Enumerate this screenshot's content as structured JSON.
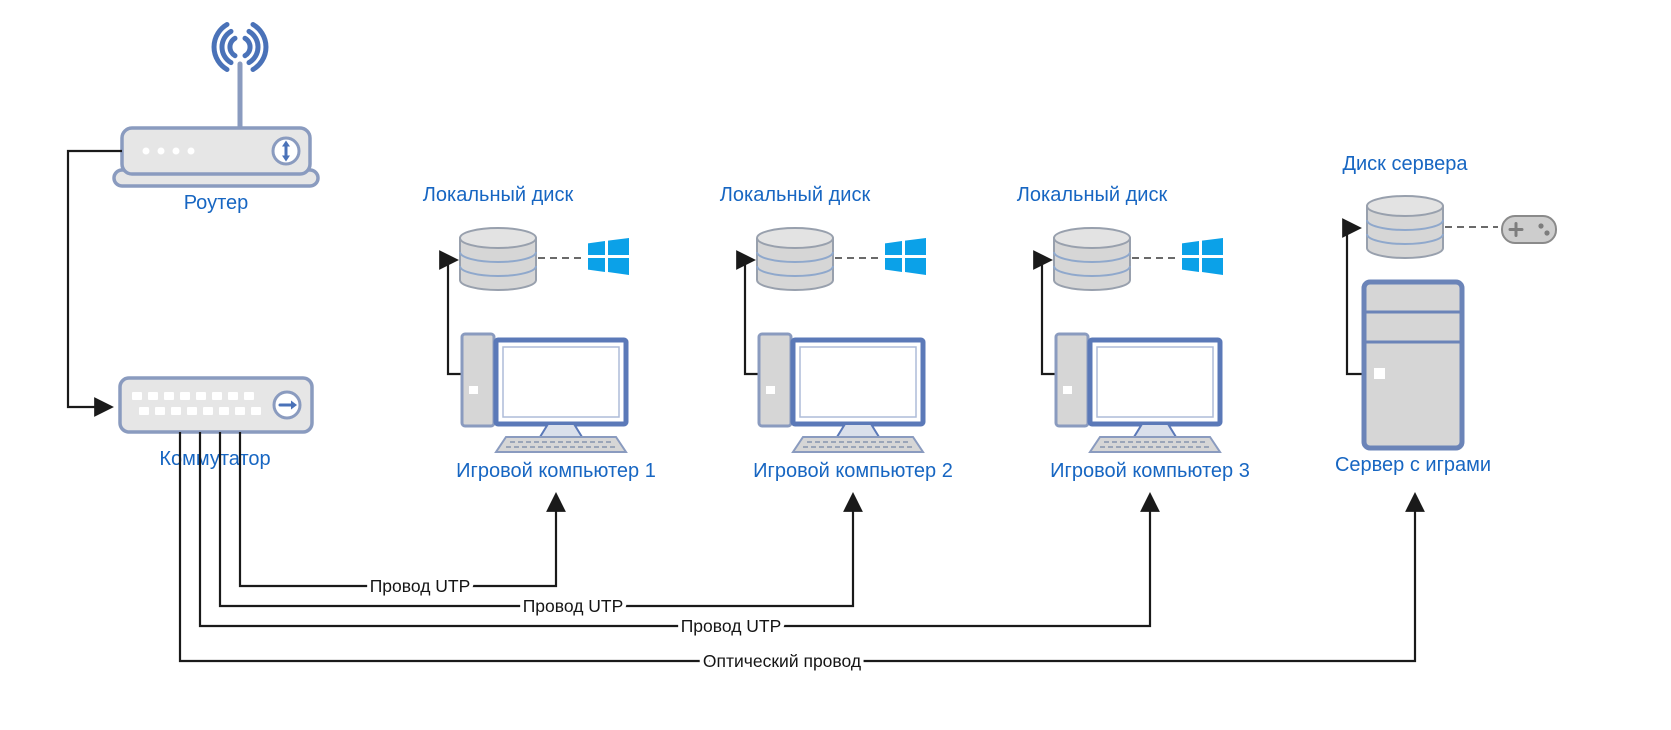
{
  "diagram": {
    "router": {
      "label": "Роутер"
    },
    "switch": {
      "label": "Коммутатор"
    },
    "computers": [
      {
        "disk_label": "Локальный диск",
        "label": "Игровой компьютер 1"
      },
      {
        "disk_label": "Локальный диск",
        "label": "Игровой компьютер 2"
      },
      {
        "disk_label": "Локальный диск",
        "label": "Игровой компьютер 3"
      }
    ],
    "server": {
      "disk_label": "Диск сервера",
      "label": "Сервер с играми"
    },
    "cables": [
      {
        "label": "Провод UTP"
      },
      {
        "label": "Провод UTP"
      },
      {
        "label": "Провод UTP"
      },
      {
        "label": "Оптический провод"
      }
    ],
    "icons": [
      "wifi-icon",
      "router-icon",
      "switch-icon",
      "disk-icon",
      "windows-logo-icon",
      "desktop-computer-icon",
      "server-icon",
      "gamepad-icon",
      "arrowhead-icon"
    ]
  },
  "colors": {
    "label_blue": "#1766c2",
    "wire": "#1a1a1a",
    "icon_fill": "#d6d6d6",
    "icon_stroke": "#8a9bbf",
    "monitor_stroke": "#5b79b8",
    "windows_blue": "#0ba1e8",
    "separator_blue": "#8fa8cc",
    "wave_blue": "#4a72b8"
  }
}
